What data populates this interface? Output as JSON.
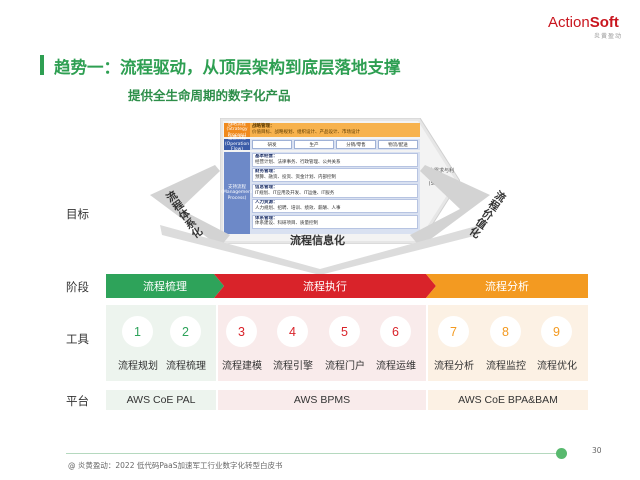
{
  "header": {
    "logo_action": "Action",
    "logo_soft": "Soft",
    "logo_sub": "炎黄盈动",
    "title": "趋势一：流程驱动，从顶层架构到底层落地支撑",
    "subtitle": "提供全生命周期的数字化产品"
  },
  "diagram": {
    "strategy_label": "战略流程",
    "strategy_sub": "(Strategy Process)",
    "strategy_title": "战略管理：",
    "strategy_text": "价值目标、战略规划、组织设计、产品设计、市场设计",
    "ops_label": "运营流程",
    "ops_sub": "(Operation Flow)",
    "ops_cells": [
      "研发",
      "生产",
      "分销/零售",
      "物流/配送"
    ],
    "support_label": "支持流程",
    "support_sub": "(Management Process)",
    "support_rows": [
      {
        "title": "基本经营：",
        "text": "经营计划、法律事务、行政管理、公共关系"
      },
      {
        "title": "财务管理：",
        "text": "预算、融资、投资、资金计划、内部控制"
      },
      {
        "title": "信息管理：",
        "text": "IT规划、IT应用及开发、IT运维、IT服务"
      },
      {
        "title": "人力资源：",
        "text": "人力规划、招聘、培训、绩效、薪酬、人事"
      },
      {
        "title": "体系管理：",
        "text": "体系建设、科研项目、质量控制"
      }
    ],
    "right_text": "客户需求与利润",
    "right_text_en": "(Satisfy)",
    "left_vertical": "流程体系化",
    "right_vertical": "流程价值化",
    "center_label": "流程信息化"
  },
  "labels": {
    "goal": "目标",
    "phase": "阶段",
    "tools": "工具",
    "platform": "平台"
  },
  "phases": [
    {
      "name": "流程梳理",
      "color": "#2ea35a"
    },
    {
      "name": "流程执行",
      "color": "#d9232a"
    },
    {
      "name": "流程分析",
      "color": "#f39a21"
    }
  ],
  "tools": [
    {
      "num": "1",
      "name": "流程规划"
    },
    {
      "num": "2",
      "name": "流程梳理"
    },
    {
      "num": "3",
      "name": "流程建模"
    },
    {
      "num": "4",
      "name": "流程引擎"
    },
    {
      "num": "5",
      "name": "流程门户"
    },
    {
      "num": "6",
      "name": "流程运维"
    },
    {
      "num": "7",
      "name": "流程分析"
    },
    {
      "num": "8",
      "name": "流程监控"
    },
    {
      "num": "9",
      "name": "流程优化"
    }
  ],
  "platforms": [
    "AWS CoE PAL",
    "AWS BPMS",
    "AWS CoE BPA&BAM"
  ],
  "colors": {
    "green": "#2ea35a",
    "red": "#d9232a",
    "orange": "#f39a21",
    "green_bg": "#edf4ee",
    "red_bg": "#f9ebeb",
    "orange_bg": "#fcf1e4"
  },
  "footer": {
    "text": "@ 炎黄盈动：2022 低代码PaaS加速军工行业数字化转型白皮书",
    "page": "30"
  }
}
